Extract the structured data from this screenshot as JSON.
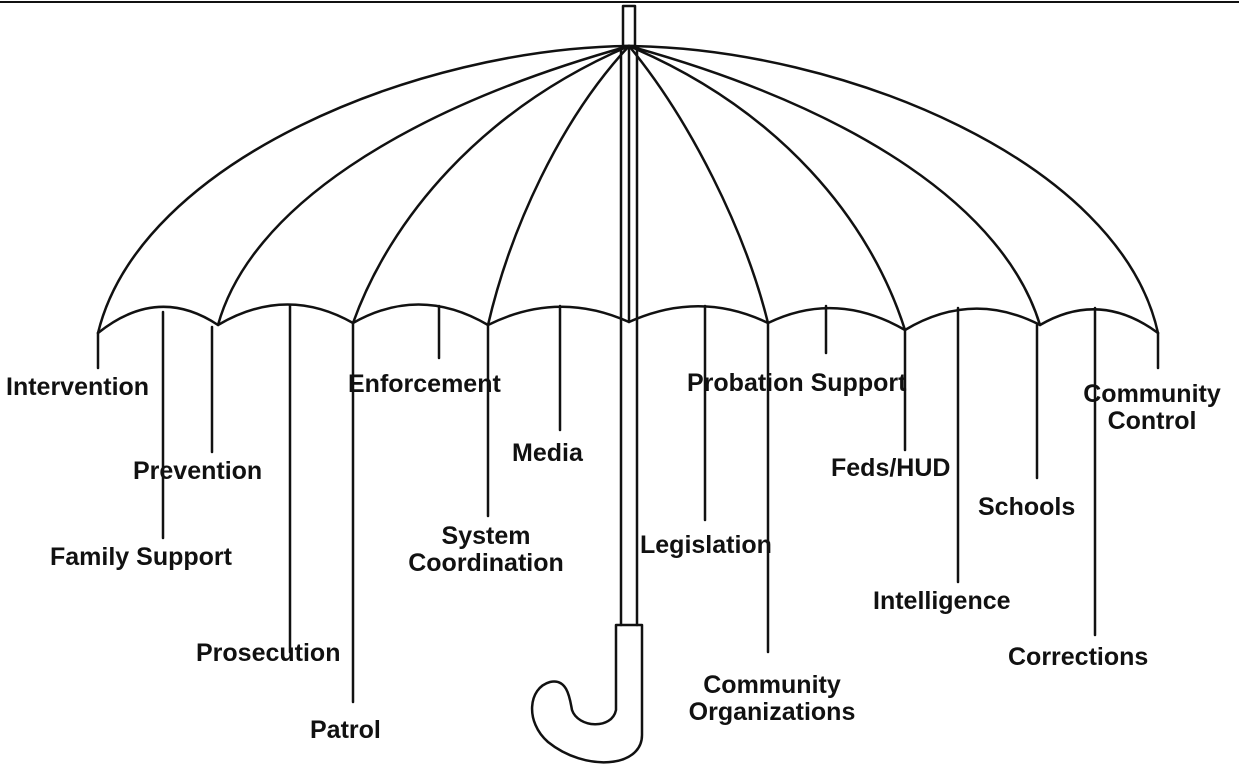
{
  "labels": {
    "intervention": "Intervention",
    "prevention": "Prevention",
    "family_support": "Family Support",
    "prosecution": "Prosecution",
    "patrol": "Patrol",
    "enforcement": "Enforcement",
    "system_coordination_1": "System",
    "system_coordination_2": "Coordination",
    "media": "Media",
    "legislation": "Legislation",
    "community_organizations_1": "Community",
    "community_organizations_2": "Organizations",
    "probation_support": "Probation Support",
    "feds_hud": "Feds/HUD",
    "intelligence": "Intelligence",
    "schools": "Schools",
    "community_control_1": "Community",
    "community_control_2": "Control",
    "corrections": "Corrections"
  },
  "colors": {
    "ink": "#111111",
    "background": "#ffffff"
  }
}
